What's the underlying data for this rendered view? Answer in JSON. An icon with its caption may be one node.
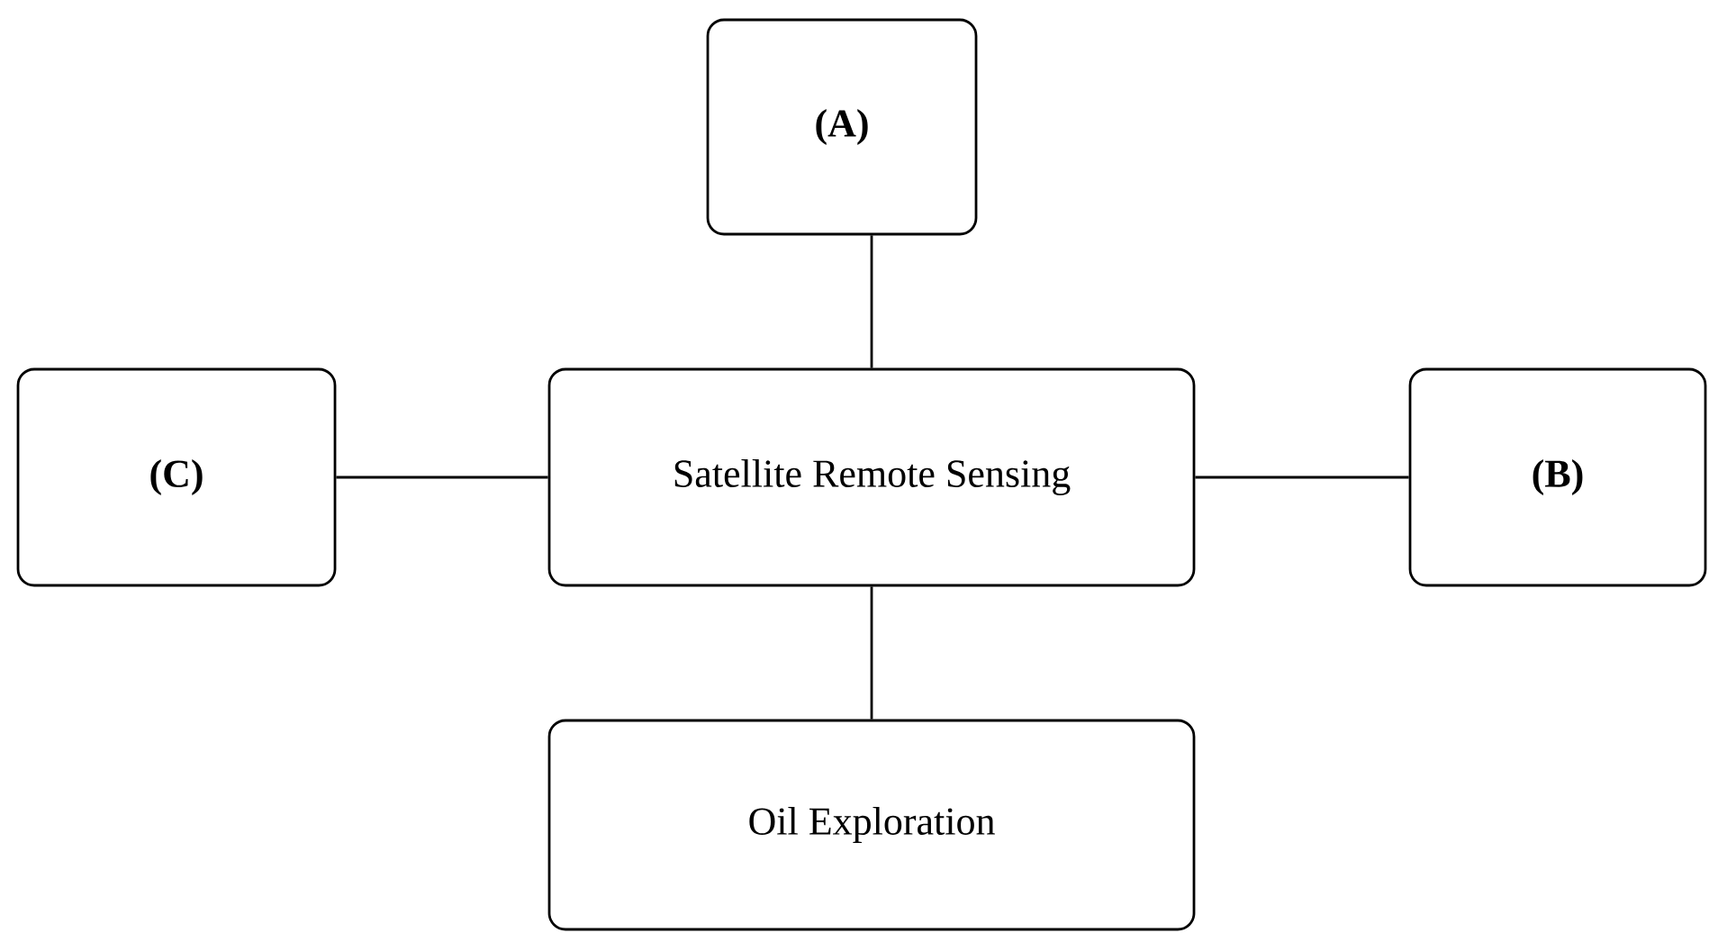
{
  "diagram": {
    "nodes": [
      {
        "text": [
          "(A)"
        ]
      },
      {
        "text": [
          "(C)"
        ]
      },
      {
        "text": [
          "Satellite Remote Sensing"
        ]
      },
      {
        "text": [
          "(B)"
        ]
      },
      {
        "text": [
          "Oil Exploration"
        ]
      }
    ],
    "edges": [
      {
        "from": 2,
        "to": 0,
        "arrow": "none"
      },
      {
        "from": 1,
        "to": 2,
        "arrow": "none"
      },
      {
        "from": 2,
        "to": 3,
        "arrow": "none"
      },
      {
        "from": 2,
        "to": 4,
        "arrow": "none"
      }
    ]
  }
}
